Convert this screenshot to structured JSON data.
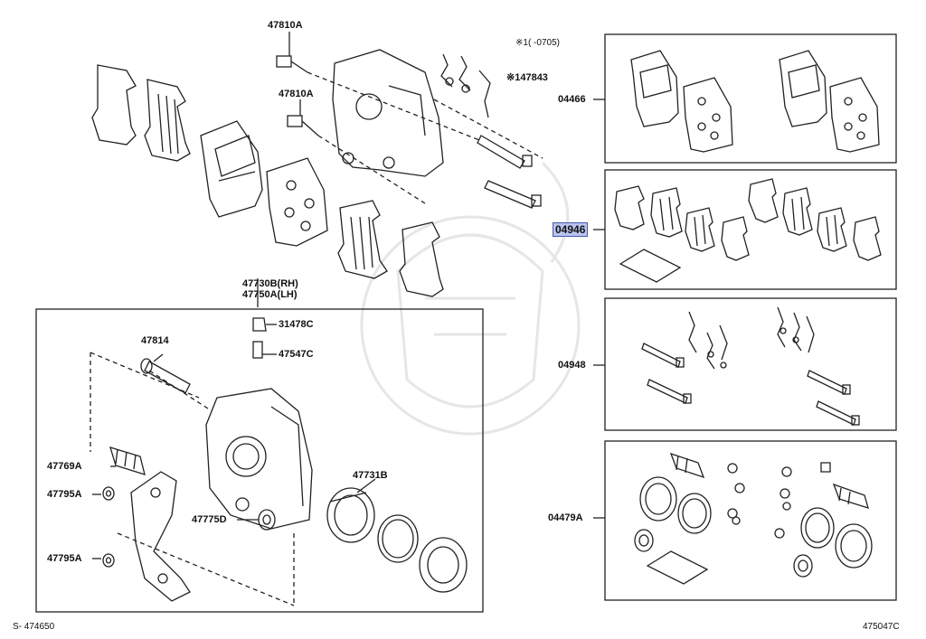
{
  "diagram": {
    "labels": {
      "p47810a_top": "47810A",
      "p47810a_mid": "47810A",
      "note_range": "※1(   -0705)",
      "p47843": "※147843",
      "p47730b": "47730B(RH)",
      "p47750a": "47750A(LH)",
      "p31478c": "31478C",
      "p47547c": "47547C",
      "p47814": "47814",
      "p47731b": "47731B",
      "p47769a": "47769A",
      "p47795a_1": "47795A",
      "p47775d": "47775D",
      "p47795a_2": "47795A",
      "kit04466": "04466",
      "kit04946": "04946",
      "kit04948": "04948",
      "kit04479a": "04479A"
    },
    "footer": {
      "left": "S- 474650",
      "right": "475047C"
    },
    "highlight_color": "#b9c3ee"
  }
}
